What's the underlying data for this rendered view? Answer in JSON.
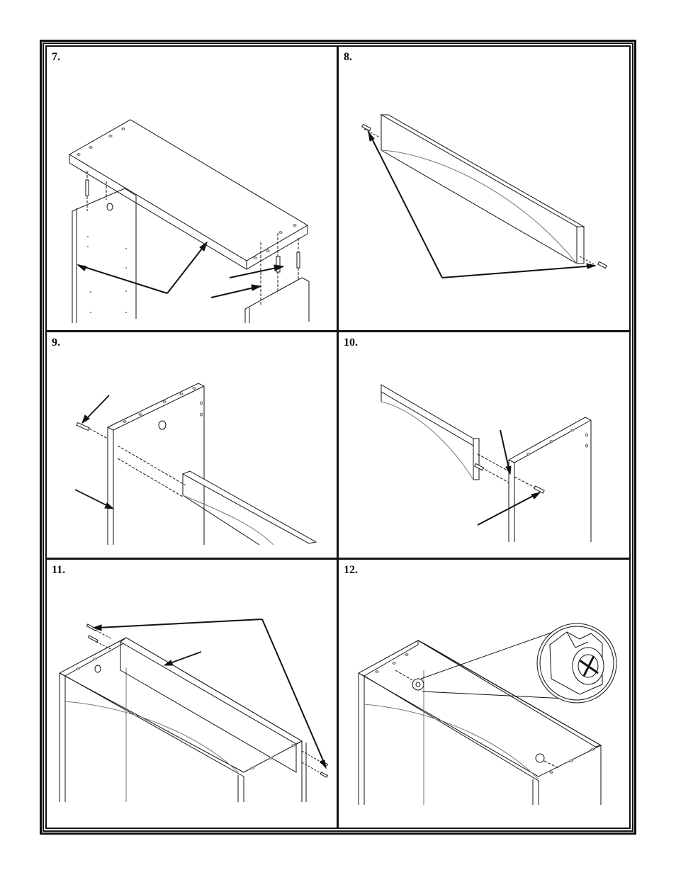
{
  "steps": [
    {
      "number": "7."
    },
    {
      "number": "8."
    },
    {
      "number": "9."
    },
    {
      "number": "10."
    },
    {
      "number": "11."
    },
    {
      "number": "12."
    }
  ],
  "colors": {
    "ink": "#111111",
    "paper": "#ffffff"
  }
}
